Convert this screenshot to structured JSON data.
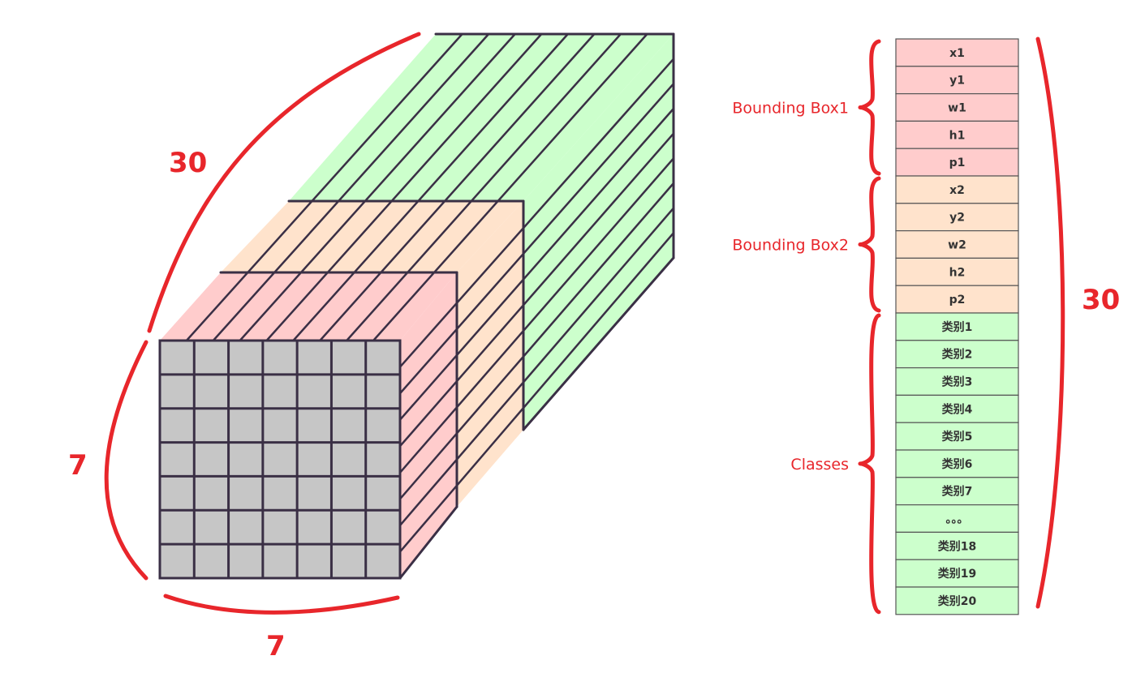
{
  "colors": {
    "front": "#c6c6c6",
    "box1": "#ffcccc",
    "box2": "#ffe3cc",
    "classes": "#ccffcc",
    "edge": "#3a2f45",
    "accent": "#e8262b",
    "cellBorder": "#555555"
  },
  "cube": {
    "depth_label": "30",
    "height_label": "7",
    "width_label": "7",
    "grid_rows": 7,
    "grid_cols": 7
  },
  "vector": {
    "total_label": "30",
    "groups": [
      {
        "label": "Bounding Box1",
        "color_key": "box1",
        "cells": [
          "x1",
          "y1",
          "w1",
          "h1",
          "p1"
        ]
      },
      {
        "label": "Bounding Box2",
        "color_key": "box2",
        "cells": [
          "x2",
          "y2",
          "w2",
          "h2",
          "p2"
        ]
      },
      {
        "label": "Classes",
        "color_key": "classes",
        "cells": [
          "类别1",
          "类别2",
          "类别3",
          "类别4",
          "类别5",
          "类别6",
          "类别7",
          "。。。",
          "类别18",
          "类别19",
          "类别20"
        ]
      }
    ]
  }
}
